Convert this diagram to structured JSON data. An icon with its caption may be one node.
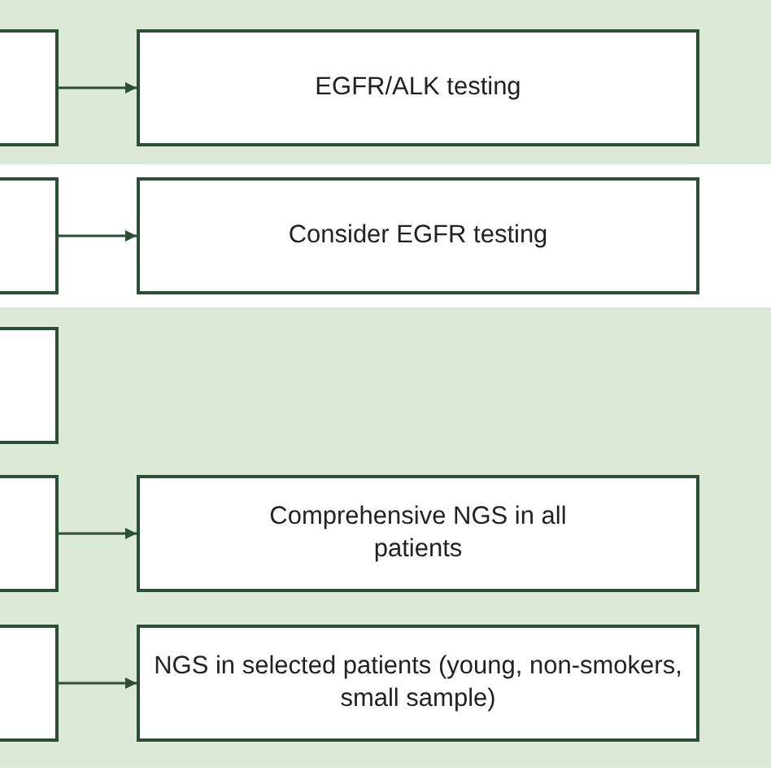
{
  "diagram": {
    "nodes": [
      {
        "text": [],
        "shape": "box"
      },
      {
        "text": [
          "EGFR/ALK testing"
        ]
      },
      {
        "text": [],
        "shape": "box"
      },
      {
        "text": [
          "Consider EGFR testing"
        ]
      },
      {
        "text": [],
        "shape": "box"
      },
      {
        "text": [],
        "shape": "box"
      },
      {
        "text": [
          "Comprehensive NGS in all patients"
        ]
      },
      {
        "text": [],
        "shape": "box"
      },
      {
        "text": [
          "NGS in selected patients (young, non-smokers, small sample)"
        ]
      }
    ],
    "edges": [
      {
        "from": 0,
        "to": 1,
        "arrow": "to"
      },
      {
        "from": 2,
        "to": 3,
        "arrow": "to"
      },
      {
        "from": 5,
        "to": 6,
        "arrow": "to"
      },
      {
        "from": 7,
        "to": 8,
        "arrow": "to"
      }
    ]
  }
}
